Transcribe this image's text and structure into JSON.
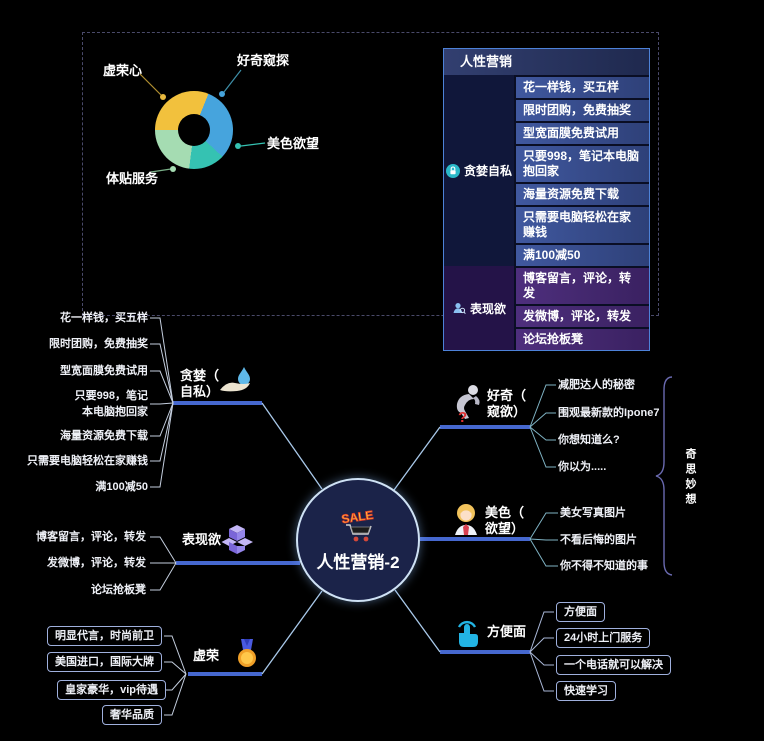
{
  "colors": {
    "background": "#000000",
    "branch_bar": "#4668cf",
    "table_border": "#4d82d8",
    "brace": "#6a6ab0"
  },
  "overview": {
    "donut_labels": [
      "虚荣心",
      "好奇窥探",
      "美色欲望",
      "体贴服务"
    ],
    "table": {
      "title": "人性营销",
      "groups": [
        {
          "label": "贪婪自私",
          "icon": "lock-icon",
          "rows": [
            "花一样钱，买五样",
            "限时团购，免费抽奖",
            "型宽面膜免费试用",
            "只要998，笔记本电脑抱回家",
            "海量资源免费下载",
            "只需要电脑轻松在家赚钱",
            "满100减50"
          ]
        },
        {
          "label": "表现欲",
          "icon": "person-magnifier-icon",
          "rows": [
            "博客留言，评论，转发",
            "发微博，评论，转发",
            "论坛抢板凳"
          ]
        }
      ]
    }
  },
  "chart_data": {
    "type": "pie",
    "subtype": "donut",
    "title": "",
    "categories": [
      "虚荣心",
      "好奇窥探",
      "美色欲望",
      "体贴服务"
    ],
    "values": [
      31,
      31,
      15,
      23
    ],
    "unit": "percent-estimated",
    "colors": [
      "#f2c13d",
      "#46a4dd",
      "#35c2b2",
      "#a5dcb2"
    ],
    "legend_position": "leader-line-labels",
    "grid": false
  },
  "mindmap": {
    "center": {
      "title": "人性营销-2",
      "icon": "sale-cart-icon",
      "sale_text": "SALE"
    },
    "branches": [
      {
        "id": "greed",
        "label": "贪婪（\n自私）",
        "icon": "hand-waterdrop-icon",
        "items": [
          "花一样钱，买五样",
          "限时团购，免费抽奖",
          "型宽面膜免费试用",
          "只要998，笔记\n本电脑抱回家",
          "海量资源免费下载",
          "只需要电脑轻松在家赚钱",
          "满100减50"
        ]
      },
      {
        "id": "expression",
        "label": "表现欲",
        "icon": "cubes-icon",
        "items": [
          "博客留言，评论，转发",
          "发微博，评论，转发",
          "论坛抢板凳"
        ]
      },
      {
        "id": "vanity",
        "label": "虚荣",
        "icon": "medal-icon",
        "items": [
          "明显代言，时尚前卫",
          "美国进口，国际大牌",
          "皇家豪华，vip待遇",
          "奢华品质"
        ]
      },
      {
        "id": "curiosity",
        "label": "好奇（\n窥欲）",
        "icon": "peeking-person-icon",
        "icon_mark": "?",
        "items": [
          "减肥达人的秘密",
          "围观最新款的Ipone7",
          "你想知道么?",
          "你以为....."
        ]
      },
      {
        "id": "beauty",
        "label": "美色（\n欲望）",
        "icon": "woman-icon",
        "items": [
          "美女写真图片",
          "不看后悔的图片",
          "你不得不知道的事"
        ]
      },
      {
        "id": "convenience",
        "label": "方便面",
        "icon": "press-button-icon",
        "items": [
          "方便面",
          "24小时上门服务",
          "一个电话就可以解决",
          "快速学习"
        ]
      }
    ],
    "summary": "奇思妙想"
  }
}
